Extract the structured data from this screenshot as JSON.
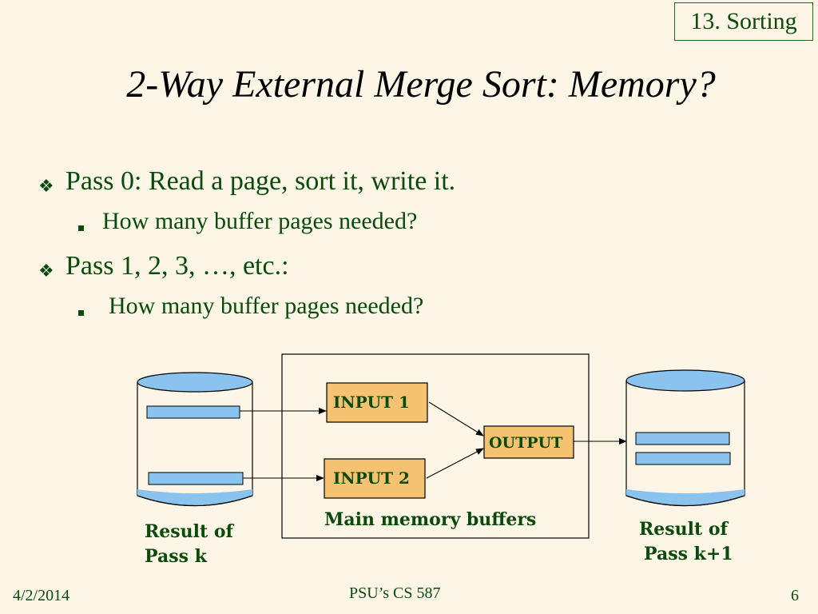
{
  "slide": {
    "section_tag": "13. Sorting",
    "title": "2-Way External Merge Sort: Memory?",
    "bullets": [
      {
        "text": "Pass 0: Read a page, sort it, write it.",
        "sub": "How many buffer pages needed?"
      },
      {
        "text": "Pass 1, 2, 3, …, etc.:",
        "sub": "How many buffer pages needed?"
      }
    ]
  },
  "diagram": {
    "left_disk_label_line1": "Result of",
    "left_disk_label_line2": "Pass k",
    "right_disk_label_line1": "Result of",
    "right_disk_label_line2": "Pass k+1",
    "input1": "INPUT 1",
    "input2": "INPUT 2",
    "output": "OUTPUT",
    "memory_label": "Main memory buffers",
    "colors": {
      "disk": "#8ac4ee",
      "buffer": "#f5c272",
      "text": "#0a4a0a"
    }
  },
  "footer": {
    "date": "4/2/2014",
    "course": "PSU’s CS 587",
    "page": "6"
  }
}
